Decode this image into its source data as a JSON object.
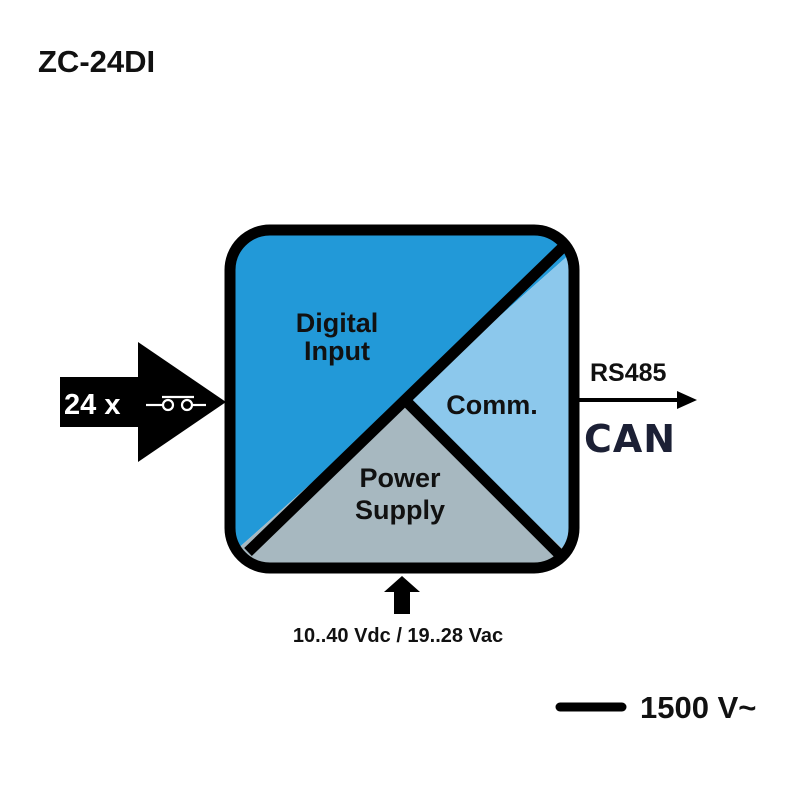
{
  "title": "ZC-24DI",
  "input": {
    "count_label": "24 x"
  },
  "sections": {
    "digital_input": {
      "line1": "Digital",
      "line2": "Input",
      "color": "#2299d8"
    },
    "comm": {
      "label": "Comm.",
      "color": "#8cc8ec"
    },
    "power_supply": {
      "line1": "Power",
      "line2": "Supply",
      "color": "#a7b8c0"
    }
  },
  "outputs": {
    "rs485": "RS485",
    "can": "CAN",
    "can_color": "#1c2035"
  },
  "power": {
    "range": "10..40 Vdc / 19..28 Vac"
  },
  "isolation": {
    "label": "1500 V~"
  }
}
